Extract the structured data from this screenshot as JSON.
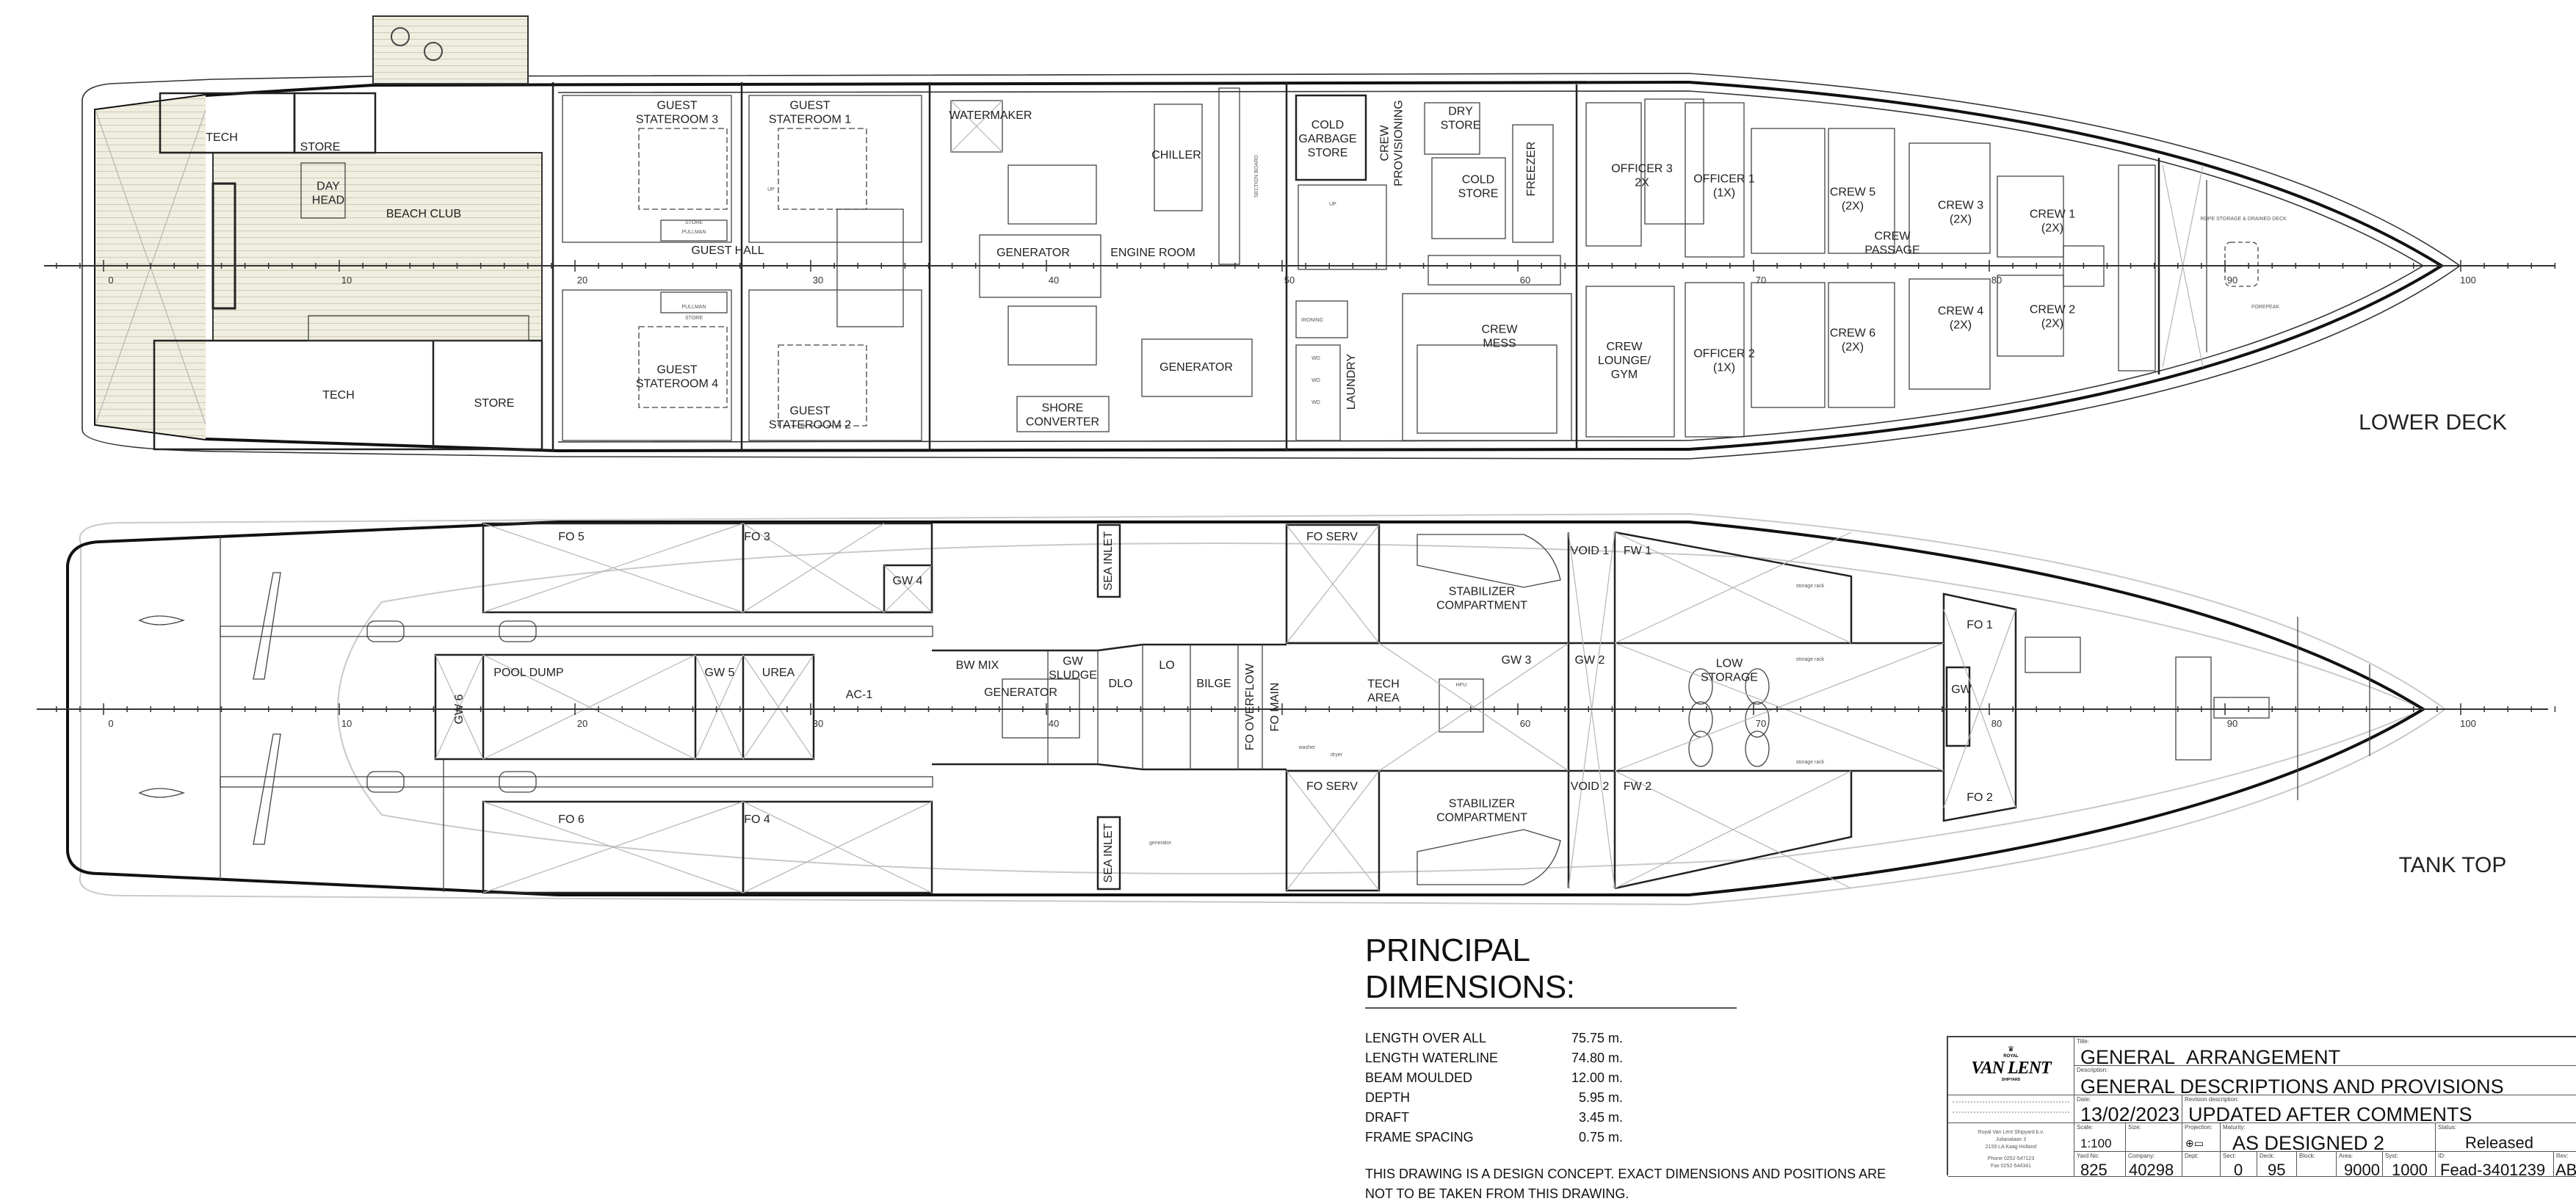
{
  "lower_deck": {
    "title": "LOWER DECK",
    "frames": [
      "0",
      "10",
      "20",
      "30",
      "40",
      "50",
      "60",
      "70",
      "80",
      "90",
      "100"
    ],
    "rooms": [
      {
        "lines": [
          "TECH"
        ]
      },
      {
        "lines": [
          "STORE"
        ]
      },
      {
        "lines": [
          "DAY",
          "HEAD"
        ]
      },
      {
        "lines": [
          "BEACH CLUB"
        ]
      },
      {
        "lines": [
          "GUEST",
          "STATEROOM 3"
        ]
      },
      {
        "lines": [
          "GUEST",
          "STATEROOM 1"
        ]
      },
      {
        "lines": [
          "GUEST HALL"
        ]
      },
      {
        "lines": [
          "GUEST",
          "STATEROOM 4"
        ]
      },
      {
        "lines": [
          "GUEST",
          "STATEROOM 2"
        ]
      },
      {
        "lines": [
          "TECH"
        ]
      },
      {
        "lines": [
          "STORE"
        ]
      },
      {
        "lines": [
          "WATERMAKER"
        ]
      },
      {
        "lines": [
          "CHILLER"
        ]
      },
      {
        "lines": [
          "GENERATOR"
        ]
      },
      {
        "lines": [
          "ENGINE ROOM"
        ]
      },
      {
        "lines": [
          "GENERATOR"
        ]
      },
      {
        "lines": [
          "SHORE",
          "CONVERTER"
        ]
      },
      {
        "lines": [
          "COLD",
          "GARBAGE",
          "STORE"
        ]
      },
      {
        "lines": [
          "CREW",
          "PROVISIONING"
        ]
      },
      {
        "lines": [
          "DRY",
          "STORE"
        ]
      },
      {
        "lines": [
          "COLD",
          "STORE"
        ]
      },
      {
        "lines": [
          "FREEZER"
        ]
      },
      {
        "lines": [
          "LAUNDRY"
        ]
      },
      {
        "lines": [
          "CREW",
          "MESS"
        ]
      },
      {
        "lines": [
          "CREW",
          "LOUNGE/",
          "GYM"
        ]
      },
      {
        "lines": [
          "OFFICER 3",
          "2X"
        ]
      },
      {
        "lines": [
          "OFFICER 1",
          "(1X)"
        ]
      },
      {
        "lines": [
          "OFFICER 2",
          "(1X)"
        ]
      },
      {
        "lines": [
          "CREW 5",
          "(2X)"
        ]
      },
      {
        "lines": [
          "CREW 6",
          "(2X)"
        ]
      },
      {
        "lines": [
          "CREW",
          "PASSAGE"
        ]
      },
      {
        "lines": [
          "CREW 3",
          "(2X)"
        ]
      },
      {
        "lines": [
          "CREW 4",
          "(2X)"
        ]
      },
      {
        "lines": [
          "CREW 1",
          "(2X)"
        ]
      },
      {
        "lines": [
          "CREW 2",
          "(2X)"
        ]
      }
    ],
    "small_labels": [
      "PULLMAN",
      "PULLMAN",
      "STORE",
      "STORE",
      "SECTION BOARD",
      "IRONING",
      "WD",
      "WD",
      "WD",
      "ROPE STORAGE & DRAINED DECK",
      "FOREPEAK",
      "UP",
      "UP"
    ]
  },
  "tank_top": {
    "title": "TANK TOP",
    "frames": [
      "0",
      "10",
      "20",
      "30",
      "40",
      "60",
      "70",
      "80",
      "90",
      "100"
    ],
    "tanks": [
      {
        "lines": [
          "FO 5"
        ]
      },
      {
        "lines": [
          "FO 3"
        ]
      },
      {
        "lines": [
          "GW 4"
        ]
      },
      {
        "lines": [
          "SEA INLET"
        ]
      },
      {
        "lines": [
          "FO SERV"
        ]
      },
      {
        "lines": [
          "VOID 1"
        ]
      },
      {
        "lines": [
          "FW 1"
        ]
      },
      {
        "lines": [
          "POOL DUMP"
        ]
      },
      {
        "lines": [
          "GW 5"
        ]
      },
      {
        "lines": [
          "UREA"
        ]
      },
      {
        "lines": [
          "GW 6"
        ]
      },
      {
        "lines": [
          "AC-1"
        ]
      },
      {
        "lines": [
          "BW MIX"
        ]
      },
      {
        "lines": [
          "GW",
          "SLUDGE"
        ]
      },
      {
        "lines": [
          "DLO"
        ]
      },
      {
        "lines": [
          "LO"
        ]
      },
      {
        "lines": [
          "BILGE"
        ]
      },
      {
        "lines": [
          "FO OVERFLOW"
        ]
      },
      {
        "lines": [
          "FO MAIN"
        ]
      },
      {
        "lines": [
          "GENERATOR"
        ]
      },
      {
        "lines": [
          "TECH",
          "AREA"
        ]
      },
      {
        "lines": [
          "GW 3"
        ]
      },
      {
        "lines": [
          "GW 2"
        ]
      },
      {
        "lines": [
          "LOW",
          "STORAGE"
        ]
      },
      {
        "lines": [
          "GW"
        ]
      },
      {
        "lines": [
          "FO 1"
        ]
      },
      {
        "lines": [
          "FO 2"
        ]
      },
      {
        "lines": [
          "STABILIZER",
          "COMPARTMENT"
        ]
      },
      {
        "lines": [
          "STABILIZER",
          "COMPARTMENT"
        ]
      },
      {
        "lines": [
          "FO 6"
        ]
      },
      {
        "lines": [
          "FO 4"
        ]
      },
      {
        "lines": [
          "SEA INLET"
        ]
      },
      {
        "lines": [
          "FO SERV"
        ]
      },
      {
        "lines": [
          "VOID 2"
        ]
      },
      {
        "lines": [
          "FW 2"
        ]
      }
    ],
    "small_labels": [
      "generator",
      "washer",
      "dryer",
      "HPU",
      "storage rack",
      "storage rack",
      "storage rack"
    ]
  },
  "principal_dimensions": {
    "title": "PRINCIPAL DIMENSIONS:",
    "rows": [
      {
        "label": "LENGTH OVER ALL",
        "value": "75.75 m."
      },
      {
        "label": "LENGTH WATERLINE",
        "value": "74.80 m."
      },
      {
        "label": "BEAM MOULDED",
        "value": "12.00 m."
      },
      {
        "label": "DEPTH",
        "value": "5.95 m."
      },
      {
        "label": "DRAFT",
        "value": "3.45 m."
      },
      {
        "label": "FRAME SPACING",
        "value": "0.75 m."
      }
    ],
    "note_lines": [
      "THIS DRAWING IS A DESIGN CONCEPT. EXACT DIMENSIONS AND POSITIONS ARE",
      "NOT TO BE TAKEN FROM THIS DRAWING."
    ]
  },
  "title_block": {
    "logo": {
      "royal": "ROYAL",
      "name": "VAN LENT",
      "shipyard": "SHIPYARD"
    },
    "address_lines": [
      "Royal Van Lent Shipyard b.v.",
      "Julianalaan 3",
      "2159 LA Kaag Holland",
      "",
      "Phone 0252-547123",
      "Fax 0252-544341"
    ],
    "title_caption": "Title:",
    "title": "GENERAL_ARRANGEMENT",
    "description_caption": "Description:",
    "description": "GENERAL DESCRIPTIONS AND PROVISIONS",
    "date_caption": "Date:",
    "date": "13/02/2023",
    "revision_caption": "Revision description:",
    "revision": "UPDATED AFTER COMMENTS",
    "scale_caption": "Scale:",
    "scale": "1:100",
    "size_caption": "Size:",
    "projection_caption": "Projection:",
    "maturity_caption": "Maturity:",
    "maturity": "AS DESIGNED 2",
    "status_caption": "Status:",
    "status": "Released",
    "yard_caption": "Yard No:",
    "yard": "825",
    "company_caption": "Company:",
    "company": "40298",
    "dept_caption": "Dept:",
    "sect_caption": "Sect:",
    "sect": "0",
    "deck_caption": "Deck:",
    "deck": "95",
    "block_caption": "Block:",
    "area_caption": "Area:",
    "area": "9000",
    "syst_caption": "Syst:",
    "syst": "1000",
    "id_caption": "ID:",
    "id": "Fead-3401239",
    "rev_caption": "Rev:",
    "rev": "AB"
  }
}
